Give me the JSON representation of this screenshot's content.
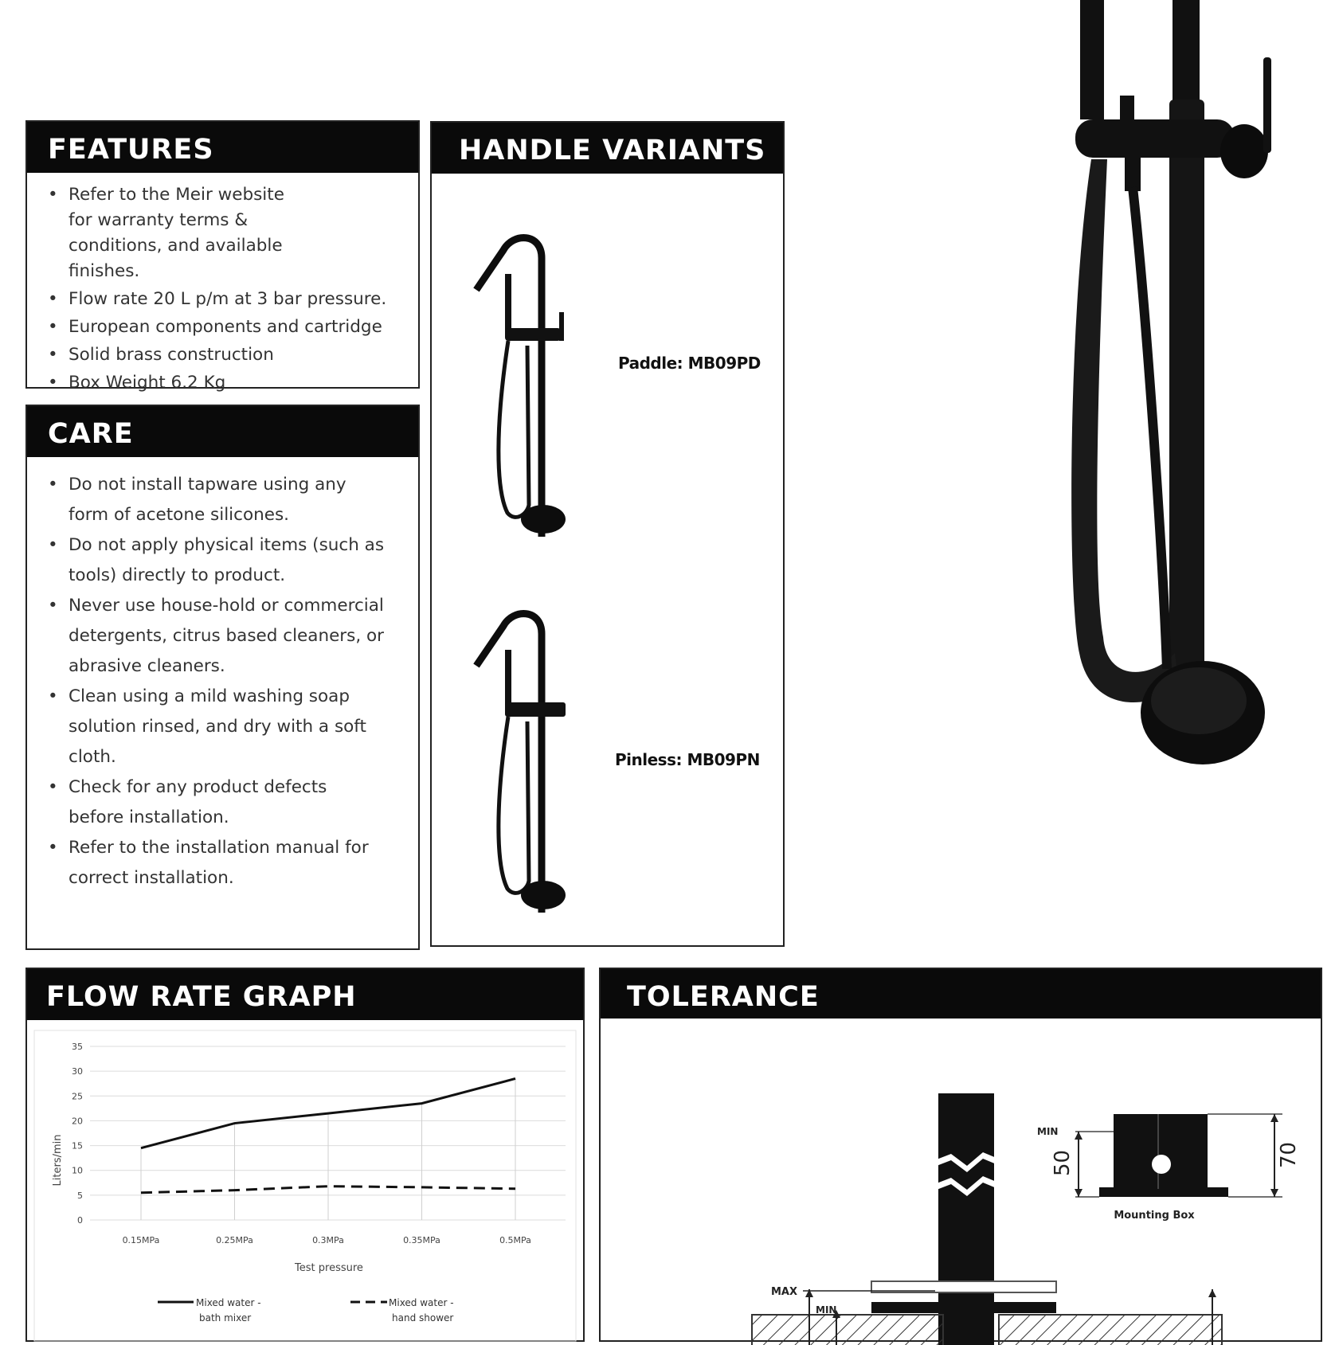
{
  "features": {
    "title": "FEATURES",
    "items": [
      "Refer to the Meir website for warranty terms & conditions, and available finishes.",
      "Flow rate 20 L p/m at 3 bar pressure.",
      "European components and cartridge",
      "Solid brass construction",
      "Box Weight 6.2 Kg"
    ]
  },
  "care": {
    "title": "CARE",
    "items": [
      "Do not install tapware using any form of acetone silicones.",
      "Do not apply physical items (such as tools) directly to product.",
      "Never use house-hold or commercial detergents, citrus based cleaners, or abrasive cleaners.",
      "Clean using a mild washing soap solution rinsed, and dry with a soft cloth.",
      "Check for any product defects before installation.",
      "Refer to the installation manual for correct installation."
    ]
  },
  "handle_variants": {
    "title": "HANDLE VARIANTS",
    "variants": [
      {
        "label": "Paddle: MB09PD",
        "icon": "paddle-handle-mixer-icon"
      },
      {
        "label": "Pinless: MB09PN",
        "icon": "pinless-handle-mixer-icon"
      }
    ]
  },
  "flow_rate": {
    "title": "FLOW RATE GRAPH"
  },
  "chart_data": {
    "type": "line",
    "categories": [
      "0.15MPa",
      "0.25MPa",
      "0.3MPa",
      "0.35MPa",
      "0.5MPa"
    ],
    "series": [
      {
        "name": "Mixed water - bath mixer",
        "values": [
          14.5,
          19.5,
          21.5,
          23.5,
          28.5
        ],
        "style": "solid"
      },
      {
        "name": "Mixed water - hand shower",
        "values": [
          5.5,
          6.0,
          6.8,
          6.6,
          6.3
        ],
        "style": "dashed"
      }
    ],
    "yticks": [
      "0",
      "5",
      "10",
      "15",
      "20",
      "25",
      "30",
      "35"
    ],
    "ylim": [
      0,
      35
    ],
    "xlabel": "Test pressure",
    "ylabel": "Liters/min",
    "grid": true,
    "legend_position": "bottom"
  },
  "tolerance": {
    "title": "TOLERANCE",
    "mounting_box_label": "Mounting Box",
    "dim_min": "50",
    "dim_max": "70",
    "min_label": "MIN",
    "max_label": "MAX"
  },
  "colors": {
    "header_bg": "#0a0a0a",
    "text": "#333333",
    "product": "#0d0d0d"
  }
}
